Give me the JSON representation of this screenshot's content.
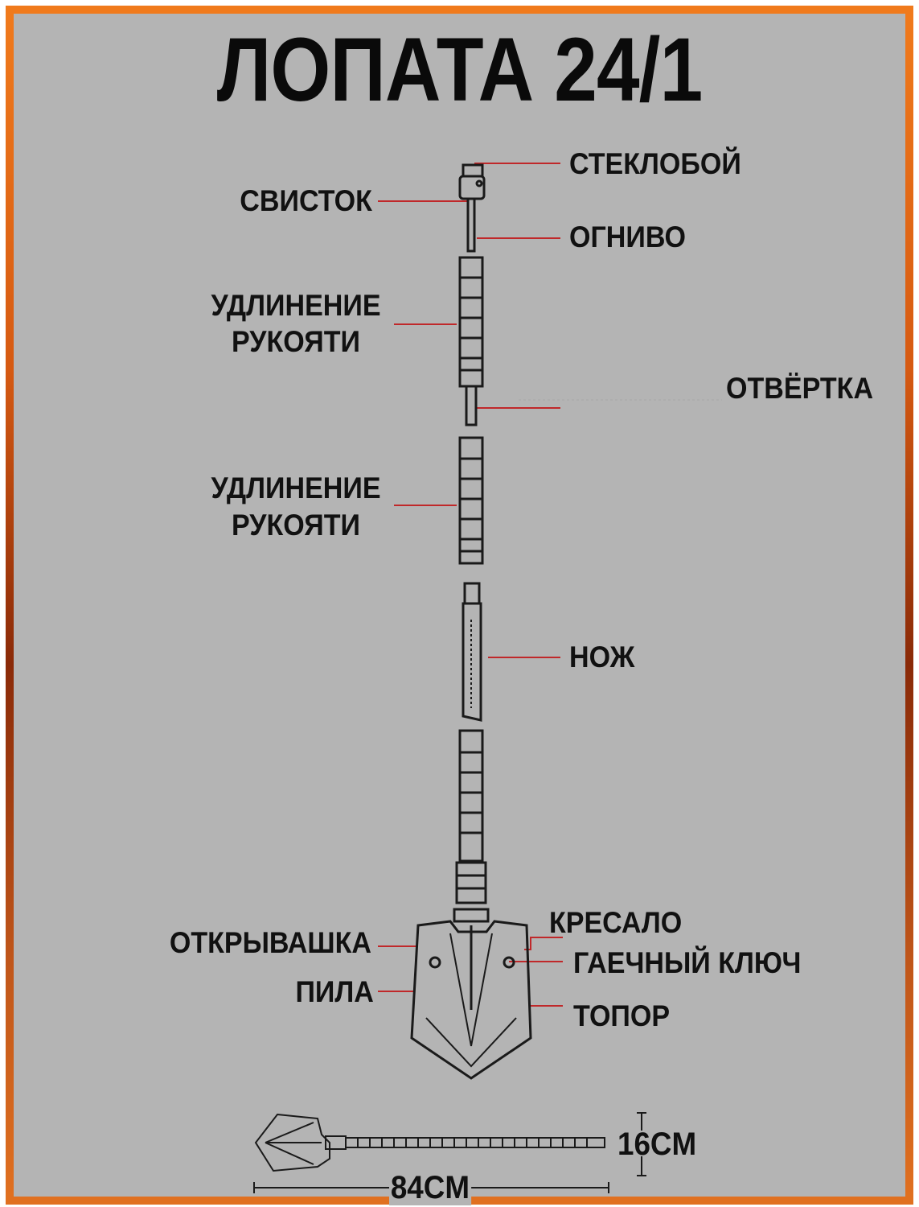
{
  "title": "ЛОПАТА 24/1",
  "labels": {
    "glass_breaker": "СТЕКЛОБОЙ",
    "whistle": "СВИСТОК",
    "fire_starter": "ОГНИВО",
    "extension1_line1": "УДЛИНЕНИЕ",
    "extension1_line2": "РУКОЯТИ",
    "screwdriver": "ОТВЁРТКА",
    "extension2_line1": "УДЛИНЕНИЕ",
    "extension2_line2": "РУКОЯТИ",
    "knife": "НОЖ",
    "bottle_opener": "ОТКРЫВАШКА",
    "saw": "ПИЛА",
    "flint": "КРЕСАЛО",
    "wrench": "ГАЕЧНЫЙ КЛЮЧ",
    "axe": "ТОПОР"
  },
  "dimensions": {
    "length": "84CM",
    "width": "16CM"
  },
  "colors": {
    "background": "#b4b4b4",
    "border": "#e8701a",
    "leader": "#c0282a",
    "ink": "#111111"
  }
}
